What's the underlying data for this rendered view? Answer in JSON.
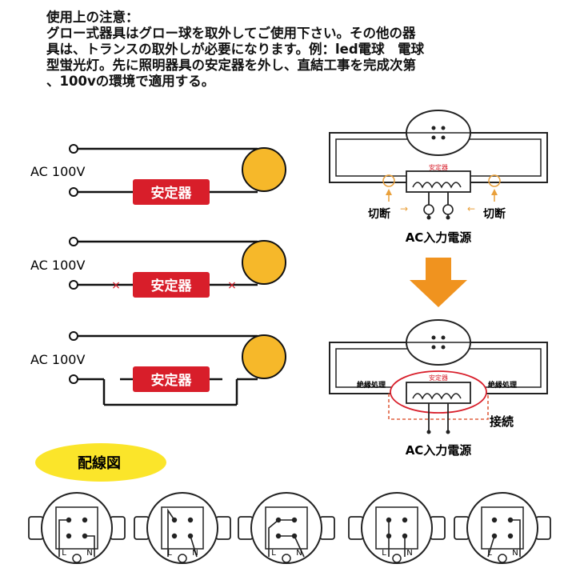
{
  "notice": {
    "heading": "使用上の注意：",
    "lines": [
      "グロー式器具はグロー球を取外してご使用下さい。その他の器",
      "具は、トランスの取外しが必要になります。例：led電球　電球",
      "型蛍光灯。先に照明器具の安定器を外し、直結工事を完成次第",
      "、100vの環境で適用する。"
    ]
  },
  "left_diagrams": {
    "ac_label": "AC 100V",
    "ballast_label": "安定器",
    "cross_mark": "×"
  },
  "right_top": {
    "ballast_small_label": "安定器",
    "cut_label_left": "切断",
    "cut_label_right": "切断",
    "ac_input_label": "AC入力電源"
  },
  "right_bottom": {
    "ballast_small_label": "安定器",
    "insulation_left": "絶縁処理",
    "insulation_right": "絶縁処理",
    "connect_label": "接続",
    "ac_input_label": "AC入力電源"
  },
  "wiring": {
    "title": "配線図",
    "terminal_l": "L",
    "terminal_n": "N"
  },
  "colors": {
    "ballast_red": "#d81e2a",
    "lamp_yellow": "#f6b82a",
    "arrow_orange": "#f0931f",
    "badge_yellow": "#fbe52a",
    "dashed_red": "#e06040"
  }
}
